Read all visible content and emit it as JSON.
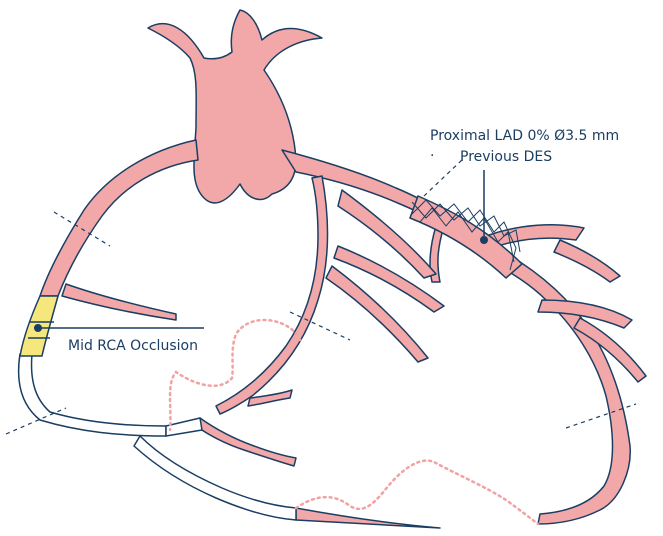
{
  "labels": {
    "lad_title": "Proximal LAD 0%  Ø3.5 mm",
    "lad_bullet": "·",
    "lad_sub": "Previous DES",
    "rca": "Mid RCA Occlusion"
  },
  "colors": {
    "vessel_fill": "#f2a7a9",
    "outline": "#1b3e63",
    "occlusion": "#f5e77b",
    "collateral": "#f0a3a5",
    "background": "#ffffff"
  }
}
